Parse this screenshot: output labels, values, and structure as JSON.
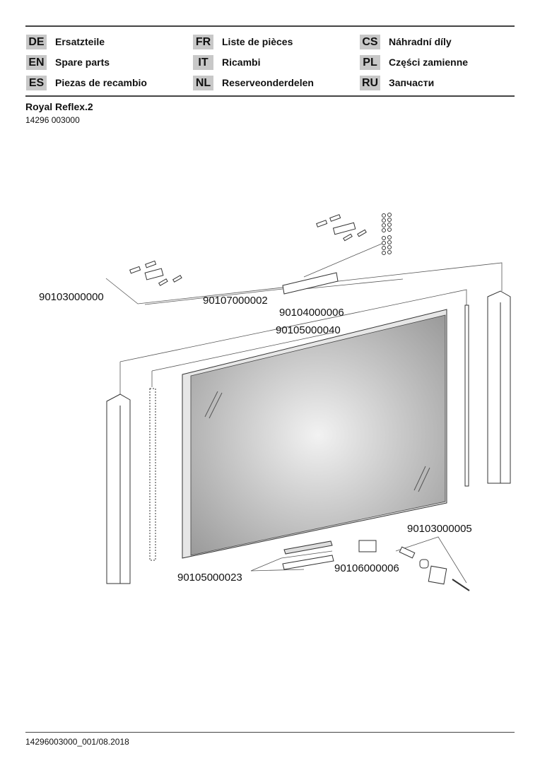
{
  "languages": [
    {
      "code": "DE",
      "label": "Ersatzteile"
    },
    {
      "code": "EN",
      "label": "Spare parts"
    },
    {
      "code": "ES",
      "label": "Piezas de recambio"
    },
    {
      "code": "FR",
      "label": "Liste de pièces"
    },
    {
      "code": "IT",
      "label": "Ricambi"
    },
    {
      "code": "NL",
      "label": "Reserveonderdelen"
    },
    {
      "code": "CS",
      "label": "Náhradní díly"
    },
    {
      "code": "PL",
      "label": "Części zamienne"
    },
    {
      "code": "RU",
      "label": "Запчасти"
    }
  ],
  "product": {
    "name": "Royal Reflex.2",
    "number": "14296 003000"
  },
  "parts": {
    "p1": "90103000000",
    "p2": "90107000002",
    "p3": "90104000006",
    "p4": "90105000040",
    "p5": "90105000023",
    "p6": "90106000006",
    "p7": "90103000005"
  },
  "footer": "14296003000_001/08.2018"
}
